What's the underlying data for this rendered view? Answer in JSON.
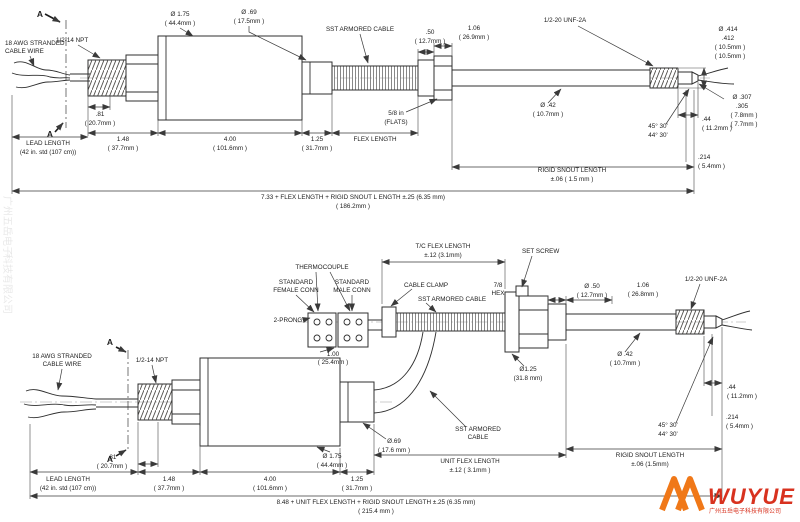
{
  "drawing": {
    "section_label": "A"
  },
  "watermark": {
    "col1": "广州五岳电子",
    "col2": "科技有限公司"
  },
  "logo": {
    "brand": "WUYUE",
    "subtext": "广州五岳电子科技有限公司",
    "brand_color": "#d8321f",
    "mark_color": "#f07818"
  },
  "top": {
    "awg1": "18 AWG STRANDED",
    "awg2": "CABLE WIRE",
    "npt": "1/2-14 NPT",
    "dia_body1": "Ø 1.75",
    "dia_body2": "( 44.4mm )",
    "dia_conn1": "Ø .69",
    "dia_conn2": "( 17.5mm )",
    "sst": "SST ARMORED CABLE",
    "len50_1": ".50",
    "len50_2": "( 12.7mm )",
    "len106_1": "1.06",
    "len106_2": "( 26.9mm )",
    "unf": "1/2-20 UNF-2A",
    "od414_1": "Ø .414",
    "od414_2": ".412",
    "od414_3": "( 10.5mm )",
    "od414_4": "( 10.5mm )",
    "od307_1": "Ø .307",
    "od307_2": ".305",
    "od307_3": "( 7.8mm )",
    "od307_4": "( 7.7mm )",
    "len81_1": ".81",
    "len81_2": "( 20.7mm )",
    "len148_1": "1.48",
    "len148_2": "( 37.7mm )",
    "len400_1": "4.00",
    "len400_2": "( 101.6mm )",
    "len125_1": "1.25",
    "len125_2": "( 31.7mm )",
    "flex": "FLEX LENGTH",
    "flats1": "5/8 in",
    "flats2": "(FLATS)",
    "dia42_1": "Ø .42",
    "dia42_2": "( 10.7mm )",
    "ang1": "45° 30'",
    "ang2": "44° 30'",
    "len44_1": ".44",
    "len44_2": "( 11.2mm )",
    "len214_1": ".214",
    "len214_2": "( 5.4mm )",
    "lead1": "LEAD LENGTH",
    "lead2": "(42 in. std (107 cm))",
    "snout1": "RIGID SNOUT LENGTH",
    "snout2": "±.06 ( 1.5 mm )",
    "overall1": "7.33 + FLEX LENGTH + RIGID SNOUT L ENGTH ±.25 (6.35 mm)",
    "overall2": "( 186.2mm )"
  },
  "bottom": {
    "tcflex1": "T/C FLEX LENGTH",
    "tcflex2": "±.12 (3.1mm)",
    "setscrew": "SET SCREW",
    "thermocouple": "THERMOCOUPLE",
    "fem1": "STANDARD",
    "fem2": "FEMALE CONN",
    "male1": "STANDARD",
    "male2": "MALE CONN",
    "clamp": "CABLE CLAMP",
    "sst1": "SST ARMORED CABLE",
    "prong": "2-PRONG",
    "hex1": "7/8",
    "hex2": "HEX",
    "dia50_1": "Ø .50",
    "dia50_2": "( 12.7mm )",
    "len106_1": "1.06",
    "len106_2": "( 26.8mm )",
    "unf": "1/2-20 UNF-2A",
    "len100_1": "1.00",
    "len100_2": "( 25.4mm )",
    "awg1": "18 AWG STRANDED",
    "awg2": "CABLE WIRE",
    "npt": "1/2-14 NPT",
    "dia125_1": "Ø1.25",
    "dia125_2": "(31.8 mm)",
    "dia42_1": "Ø .42",
    "dia42_2": "( 10.7mm )",
    "len44_1": ".44",
    "len44_2": "( 11.2mm )",
    "len214_1": ".214",
    "len214_2": "( 5.4mm )",
    "ang1": "45° 30'",
    "ang2": "44° 30'",
    "snout1": "RIGID SNOUT LENGTH",
    "snout2": "±.06 (1.5mm)",
    "dia_body1": "Ø 1.75",
    "dia_body2": "( 44.4mm )",
    "dia69_1": "Ø.69",
    "dia69_2": "( 17.6 mm )",
    "sst2a": "SST ARMORED",
    "sst2b": "CABLE",
    "unitflex1": "UNIT FLEX LENGTH",
    "unitflex2": "±.12 ( 3.1mm )",
    "len81_1": ".81",
    "len81_2": "( 20.7mm )",
    "len148_1": "1.48",
    "len148_2": "( 37.7mm )",
    "len400_1": "4.00",
    "len400_2": "( 101.6mm )",
    "len125_1": "1.25",
    "len125_2": "( 31.7mm )",
    "lead1": "LEAD LENGTH",
    "lead2": "(42 in. std (107 cm))",
    "overall1": "8.48 + UNIT FLEX LENGTH + RIGID SNOUT LENGTH ±.25 (6.35 mm)",
    "overall2": "( 215.4 mm )"
  }
}
